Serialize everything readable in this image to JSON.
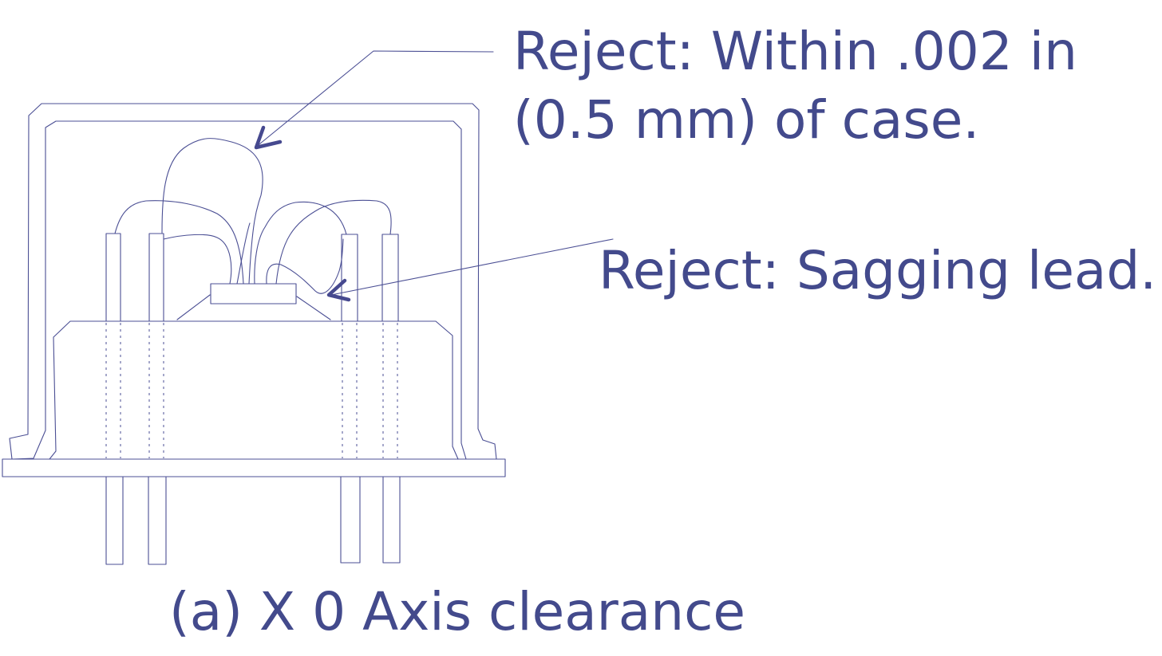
{
  "annotations": {
    "clearance_line1": "Reject: Within .002 in",
    "clearance_line2": "(0.5 mm) of case.",
    "sagging": "Reject: Sagging lead."
  },
  "caption": "(a) X 0 Axis clearance",
  "colors": {
    "ink": "#434a8c",
    "line": "#4b4f94",
    "background": "#ffffff"
  }
}
